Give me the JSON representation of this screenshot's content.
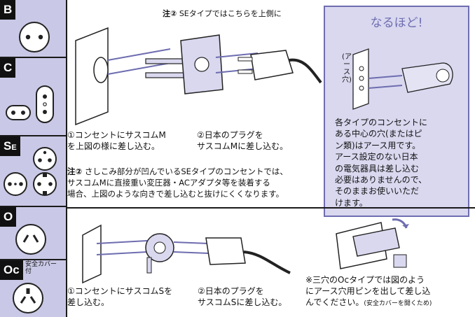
{
  "sidebar": {
    "sections": [
      {
        "tag": "B",
        "socket": "round-2pin-socket"
      },
      {
        "tag": "C",
        "socket": "c-type-socket"
      },
      {
        "tag_main": "S",
        "tag_sub": "E",
        "socket": "se-type-socket"
      },
      {
        "tag": "O",
        "socket": "o-type-socket"
      },
      {
        "tag": "Oc",
        "note": "安全カバー付",
        "socket": "oc-type-socket"
      }
    ]
  },
  "top": {
    "note_marker": "注②",
    "note_type": "SE",
    "note_text": "タイプではこちらを上側に",
    "step1_line1": "①コンセントにサスコムM",
    "step1_line2": "を上図の様に差し込む。",
    "step2_line1": "②日本のプラグを",
    "step2_line2": "サスコムMに差し込む。",
    "note2_marker": "注②",
    "note2_line1": "さしこみ部分が凹んでいるSEタイプのコンセントでは、",
    "note2_line2": "サスコムMに直接重い変圧器・ACアダプタ等を装着する",
    "note2_line3": "場合、上図のような向きで差し込むと抜けにくくなります。"
  },
  "naruhodo": {
    "title": "なるほど!",
    "earth_label": "(アース穴)",
    "body": [
      "各タイプのコンセントに",
      "ある中心の穴(またはピ",
      "ン類)はアース用です。",
      "アース設定のない日本",
      "の電気器具は差し込む",
      "必要はありませんので、",
      "そのままお使いいただ",
      "けます。"
    ]
  },
  "bottom": {
    "step1_line1": "①コンセントにサスコムSを",
    "step1_line2": "差し込む。",
    "step2_line1": "②日本のプラグを",
    "step2_line2": "サスコムSに差し込む。",
    "oc_line1": "※三穴のOcタイプでは図のよう",
    "oc_line2": "にアース穴用ピンを出して差し込",
    "oc_line3": "んでください。",
    "oc_small": "(安全カバーを開くため)"
  },
  "colors": {
    "sidebar_bg": "#c9c8e6",
    "accent": "#6e6db0",
    "panel_bg": "#d9d8ef"
  }
}
